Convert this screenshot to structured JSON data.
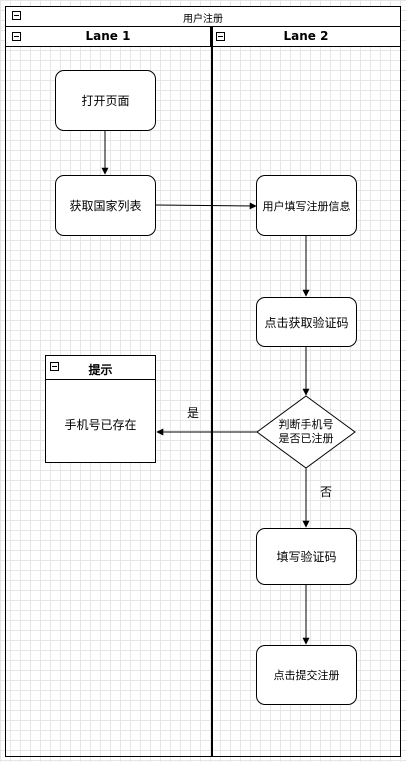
{
  "pool": {
    "title": "用户注册"
  },
  "lanes": [
    {
      "title": "Lane 1"
    },
    {
      "title": "Lane 2"
    }
  ],
  "nodes": {
    "open_page": "打开页面",
    "get_country_list": "获取国家列表",
    "fill_registration_info": "用户填写注册信息",
    "click_get_code": "点击获取验证码",
    "decision_line1": "判断手机号",
    "decision_line2": "是否已注册",
    "fill_code": "填写验证码",
    "submit_registration": "点击提交注册"
  },
  "tip": {
    "title": "提示",
    "body": "手机号已存在"
  },
  "edge_labels": {
    "yes": "是",
    "no": "否"
  }
}
